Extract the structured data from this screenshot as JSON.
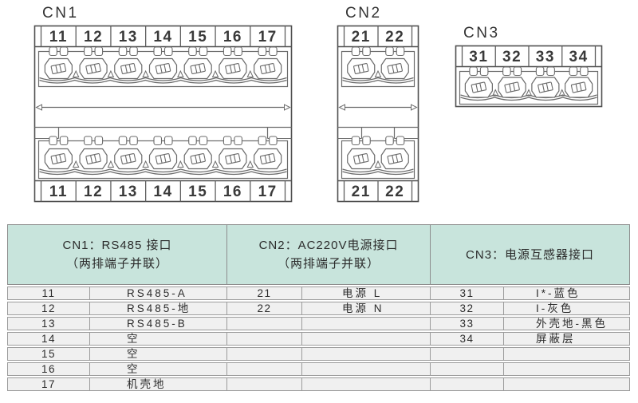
{
  "connectors": [
    {
      "id": "CN1",
      "label": "CN1",
      "terminals": [
        "11",
        "12",
        "13",
        "14",
        "15",
        "16",
        "17"
      ],
      "rows": "double"
    },
    {
      "id": "CN2",
      "label": "CN2",
      "terminals": [
        "21",
        "22"
      ],
      "rows": "double"
    },
    {
      "id": "CN3",
      "label": "CN3",
      "terminals": [
        "31",
        "32",
        "33",
        "34"
      ],
      "rows": "single"
    }
  ],
  "table": {
    "row_count": 7,
    "groups": [
      {
        "title_line1": "CN1：RS485 接口",
        "title_line2": "（两排端子并联）",
        "pins": [
          [
            "11",
            "RS485-A"
          ],
          [
            "12",
            "RS485-地"
          ],
          [
            "13",
            "RS485-B"
          ],
          [
            "14",
            "空"
          ],
          [
            "15",
            "空"
          ],
          [
            "16",
            "空"
          ],
          [
            "17",
            "机壳地"
          ]
        ]
      },
      {
        "title_line1": "CN2：AC220V电源接口",
        "title_line2": "（两排端子并联）",
        "pins": [
          [
            "21",
            "电源 L"
          ],
          [
            "22",
            "电源 N"
          ]
        ]
      },
      {
        "title_line1": "CN3：电源互感器接口",
        "title_line2": "",
        "pins": [
          [
            "31",
            "I*-蓝色"
          ],
          [
            "32",
            "I-灰色"
          ],
          [
            "33",
            "外壳地-黑色"
          ],
          [
            "34",
            "屏蔽层"
          ]
        ]
      }
    ]
  },
  "colors": {
    "header_bg": "#c8e4dc",
    "row_bg": "#f0f0f0",
    "grid_line": "#9b9b9b",
    "diagram_line": "#5f5f5f",
    "text": "#2b2b2b"
  }
}
